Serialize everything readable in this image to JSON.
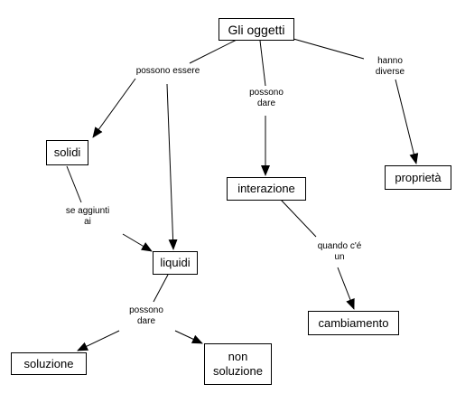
{
  "nodes": {
    "gli_oggetti": "Gli oggetti",
    "solidi": "solidi",
    "liquidi": "liquidi",
    "interazione": "interazione",
    "proprieta": "proprietà",
    "cambiamento": "cambiamento",
    "soluzione": "soluzione",
    "non_soluzione": "non\nsoluzione"
  },
  "links": {
    "possono_essere": "possono essere",
    "possono_dare_1": "possono\ndare",
    "hanno_diverse": "hanno\ndiverse",
    "se_aggiunti_ai": "se aggiunti\nai",
    "quando_ce_un": "quando c'é\nun",
    "possono_dare_2": "possono\ndare"
  }
}
